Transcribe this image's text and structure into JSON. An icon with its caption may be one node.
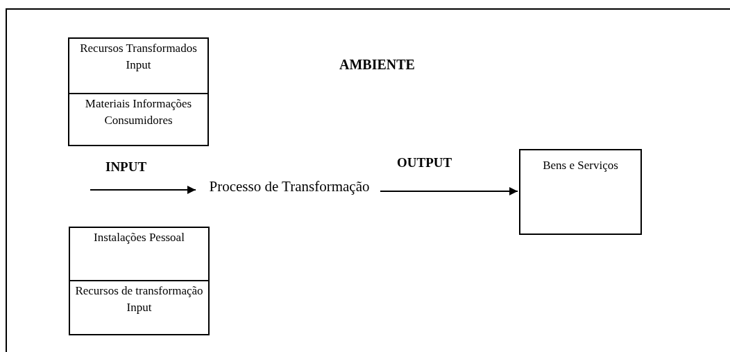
{
  "diagram": {
    "nodes": [
      {
        "text": [
          "AMBIENTE"
        ]
      },
      {
        "text": [
          "Recursos Transformados Input",
          "Materiais Informações Consumidores"
        ],
        "in": 0
      },
      {
        "text": [
          "Instalações Pessoal",
          "Recursos de transformação Input"
        ],
        "in": 0
      },
      {
        "text": [
          "Processo de Transformação"
        ],
        "in": 0
      },
      {
        "text": [
          "Bens e Serviços"
        ],
        "in": 0
      }
    ],
    "edges": [
      {
        "from": null,
        "to": 3,
        "arrow": "to",
        "label": "INPUT"
      },
      {
        "from": 3,
        "to": 4,
        "arrow": "to",
        "label": "OUTPUT"
      }
    ]
  }
}
